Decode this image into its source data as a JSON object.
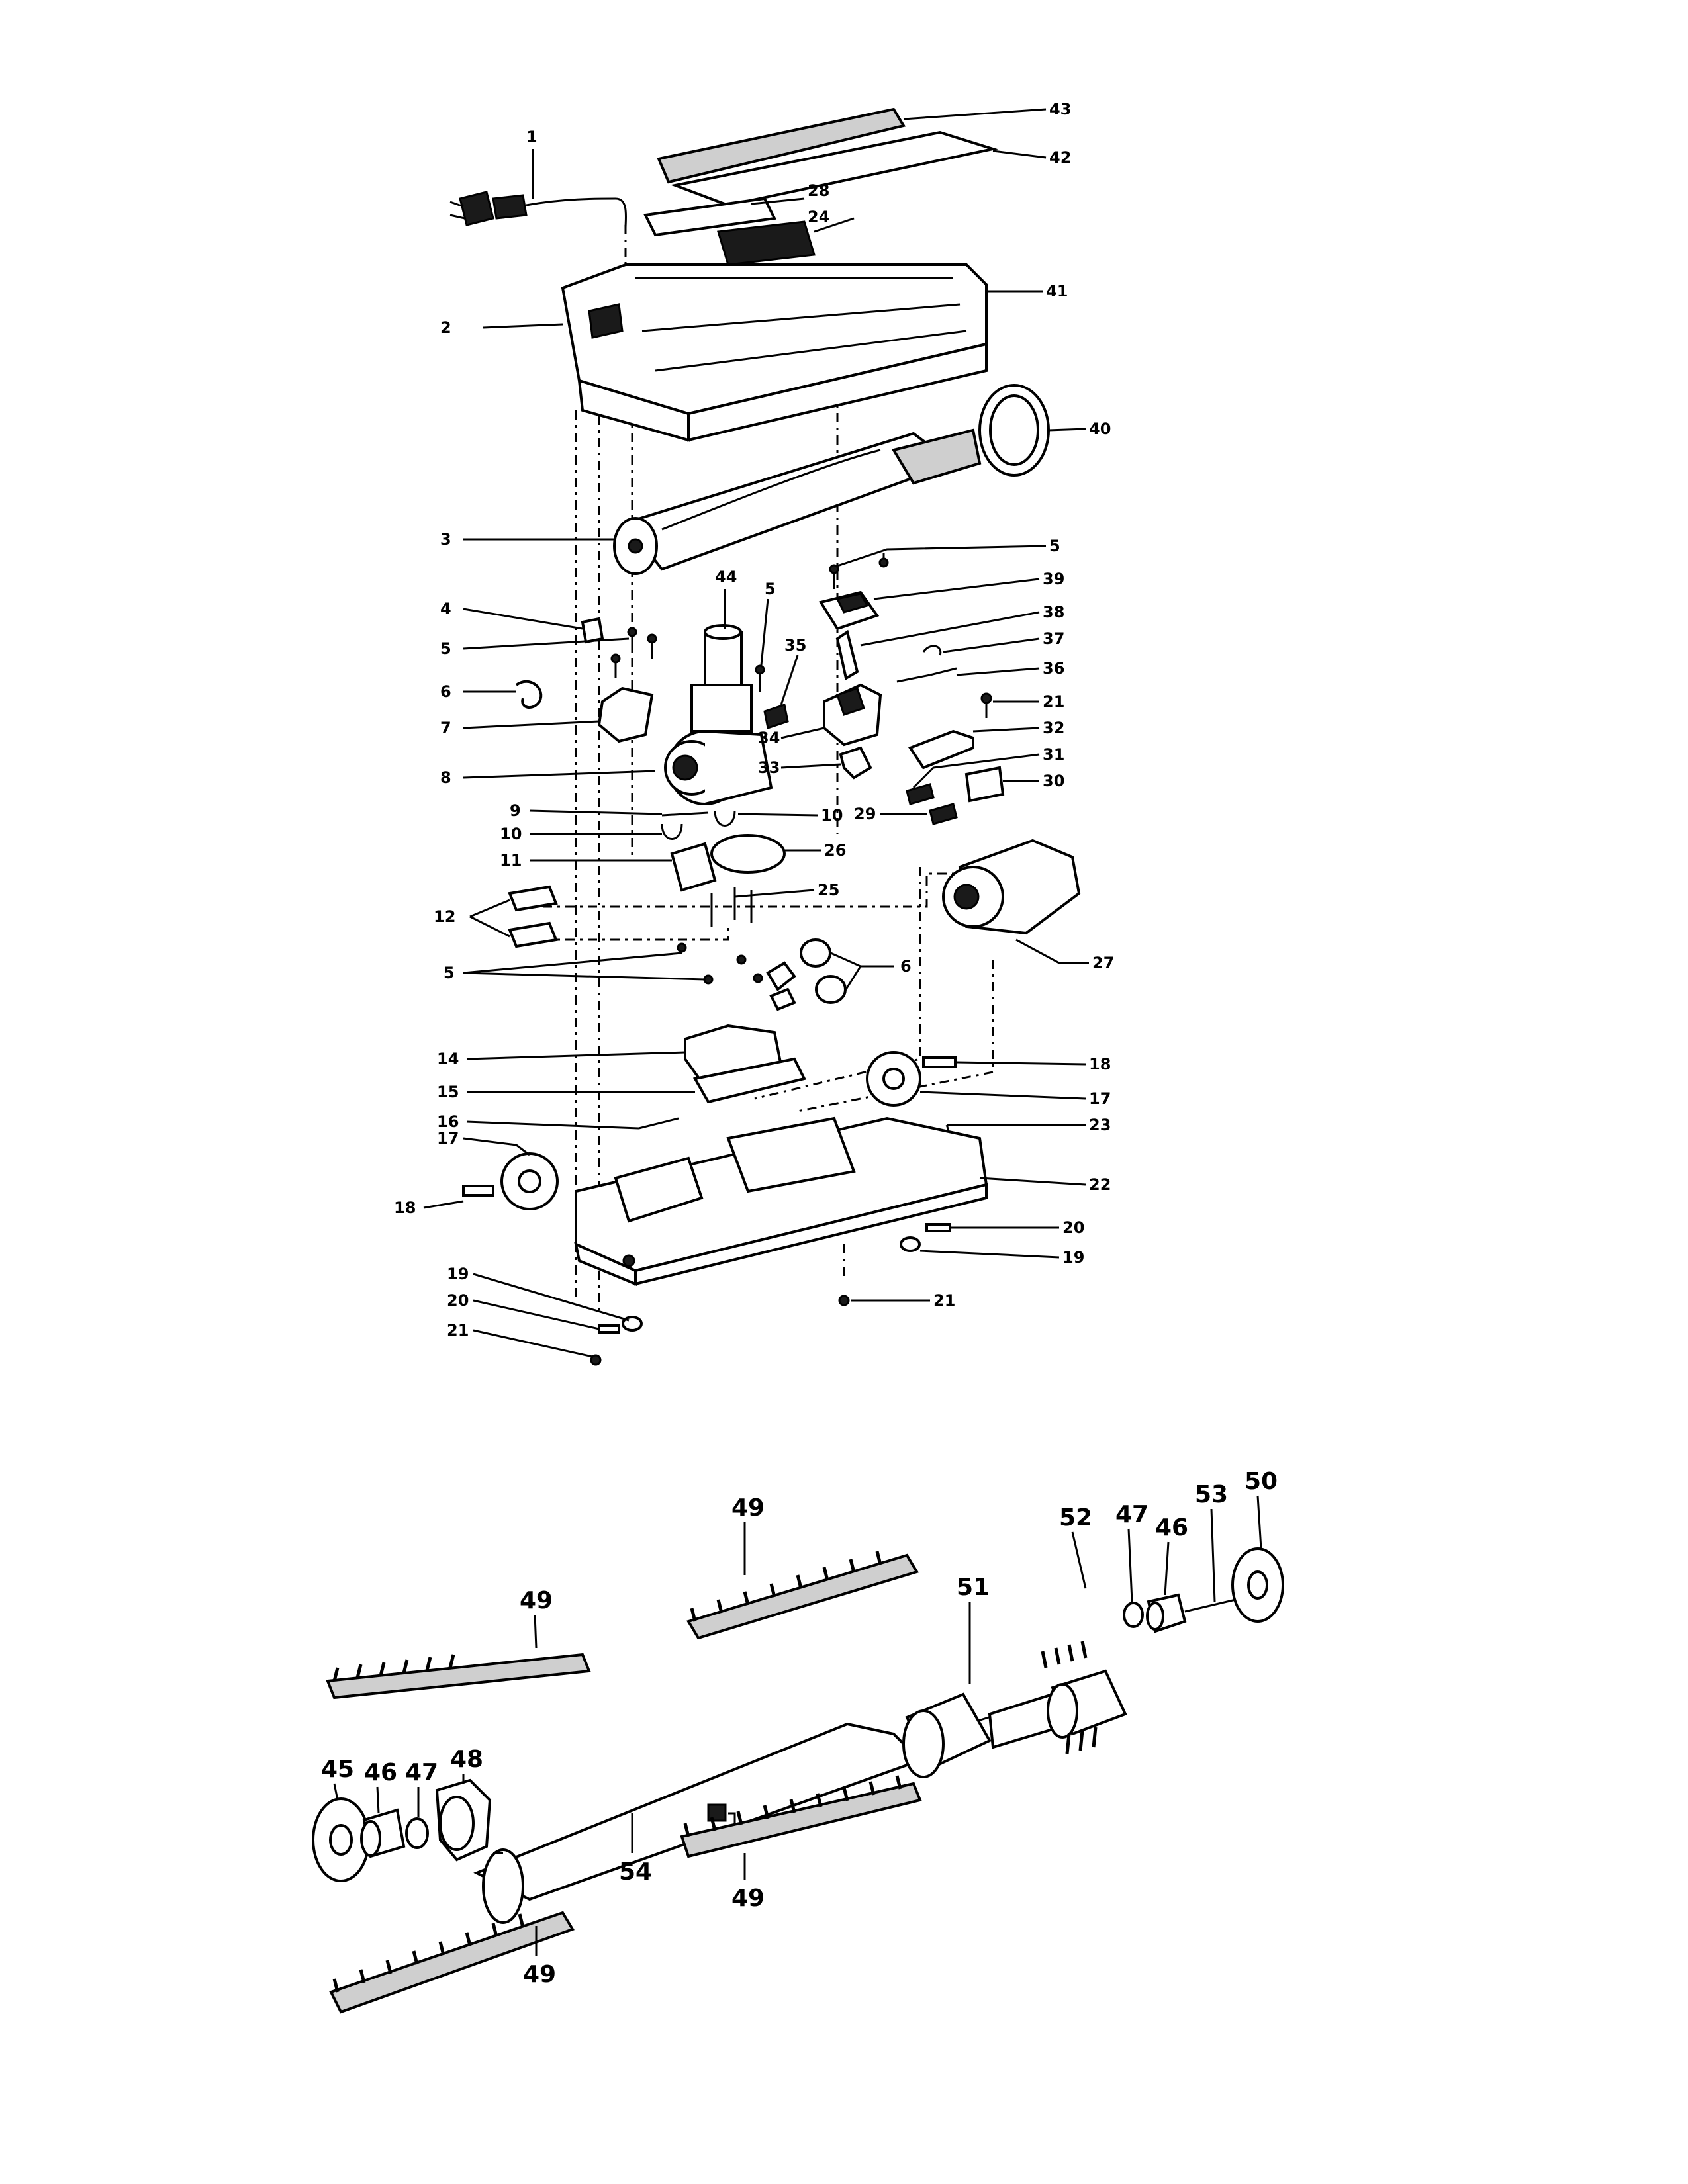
{
  "upper_assembly": {
    "labels": [
      {
        "id": "c1",
        "text": "1"
      },
      {
        "id": "c2",
        "text": "2"
      },
      {
        "id": "c3",
        "text": "3"
      },
      {
        "id": "c4",
        "text": "4"
      },
      {
        "id": "c5a",
        "text": "5"
      },
      {
        "id": "c6a",
        "text": "6"
      },
      {
        "id": "c7",
        "text": "7"
      },
      {
        "id": "c8",
        "text": "8"
      },
      {
        "id": "c9",
        "text": "9"
      },
      {
        "id": "c10a",
        "text": "10"
      },
      {
        "id": "c10b",
        "text": "10"
      },
      {
        "id": "c11",
        "text": "11"
      },
      {
        "id": "c12",
        "text": "12"
      },
      {
        "id": "c5b",
        "text": "5"
      },
      {
        "id": "c14",
        "text": "14"
      },
      {
        "id": "c15",
        "text": "15"
      },
      {
        "id": "c16",
        "text": "16"
      },
      {
        "id": "c17a",
        "text": "17"
      },
      {
        "id": "c18a",
        "text": "18"
      },
      {
        "id": "c19a",
        "text": "19"
      },
      {
        "id": "c20a",
        "text": "20"
      },
      {
        "id": "c21a",
        "text": "21"
      },
      {
        "id": "c43",
        "text": "43"
      },
      {
        "id": "c42",
        "text": "42"
      },
      {
        "id": "c28",
        "text": "28"
      },
      {
        "id": "c24",
        "text": "24"
      },
      {
        "id": "c41",
        "text": "41"
      },
      {
        "id": "c40",
        "text": "40"
      },
      {
        "id": "c5c",
        "text": "5"
      },
      {
        "id": "c39",
        "text": "39"
      },
      {
        "id": "c44",
        "text": "44"
      },
      {
        "id": "c5d",
        "text": "5"
      },
      {
        "id": "c38",
        "text": "38"
      },
      {
        "id": "c37",
        "text": "37"
      },
      {
        "id": "c35",
        "text": "35"
      },
      {
        "id": "c36",
        "text": "36"
      },
      {
        "id": "c21b",
        "text": "21"
      },
      {
        "id": "c34",
        "text": "34"
      },
      {
        "id": "c32",
        "text": "32"
      },
      {
        "id": "c33",
        "text": "33"
      },
      {
        "id": "c31",
        "text": "31"
      },
      {
        "id": "c30",
        "text": "30"
      },
      {
        "id": "c29",
        "text": "29"
      },
      {
        "id": "c26",
        "text": "26"
      },
      {
        "id": "c25",
        "text": "25"
      },
      {
        "id": "c27",
        "text": "27"
      },
      {
        "id": "c6b",
        "text": "6"
      },
      {
        "id": "c18b",
        "text": "18"
      },
      {
        "id": "c17b",
        "text": "17"
      },
      {
        "id": "c23",
        "text": "23"
      },
      {
        "id": "c22",
        "text": "22"
      },
      {
        "id": "c20b",
        "text": "20"
      },
      {
        "id": "c19b",
        "text": "19"
      },
      {
        "id": "c21c",
        "text": "21"
      }
    ]
  },
  "brushroll_assembly": {
    "labels": [
      {
        "id": "b50",
        "text": "50"
      },
      {
        "id": "b53",
        "text": "53"
      },
      {
        "id": "b47a",
        "text": "47"
      },
      {
        "id": "b46a",
        "text": "46"
      },
      {
        "id": "b52",
        "text": "52"
      },
      {
        "id": "b51",
        "text": "51"
      },
      {
        "id": "b49a",
        "text": "49"
      },
      {
        "id": "b49b",
        "text": "49"
      },
      {
        "id": "b45",
        "text": "45"
      },
      {
        "id": "b46b",
        "text": "46"
      },
      {
        "id": "b47b",
        "text": "47"
      },
      {
        "id": "b48",
        "text": "48"
      },
      {
        "id": "b54",
        "text": "54"
      },
      {
        "id": "b49c",
        "text": "49"
      },
      {
        "id": "b49d",
        "text": "49"
      }
    ]
  }
}
